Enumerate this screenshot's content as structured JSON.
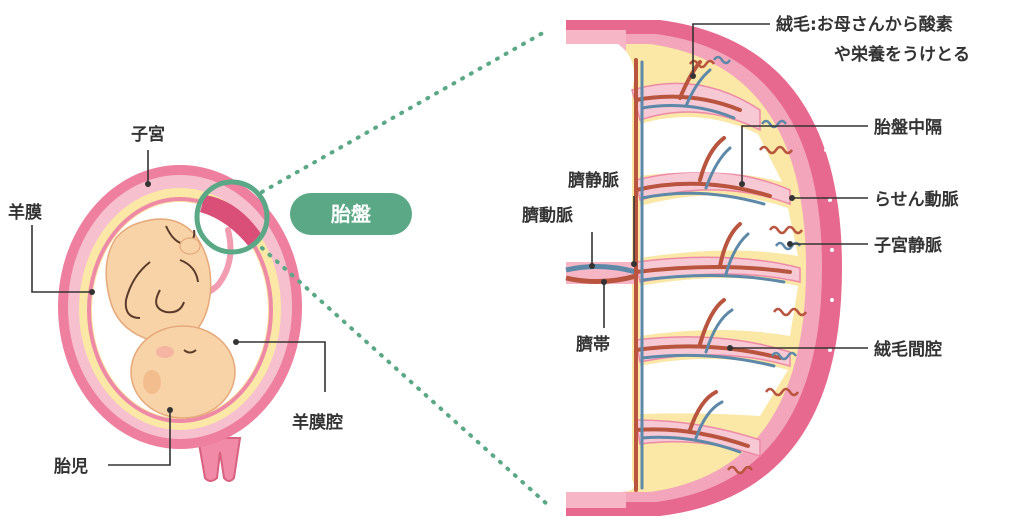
{
  "labels": {
    "uterus": "子宮",
    "amnion": "羊膜",
    "fetus": "胎児",
    "amniotic_cavity": "羊膜腔",
    "placenta": "胎盤",
    "umbilical_vein": "臍静脈",
    "umbilical_artery": "臍動脈",
    "umbilical_cord": "臍帯",
    "villi_line1": "絨毛:お母さんから酸素",
    "villi_line2": "や栄養をうけとる",
    "placental_septum": "胎盤中隔",
    "spiral_artery": "らせん動脈",
    "uterine_vein": "子宮静脈",
    "intervillous_space": "絨毛間腔"
  },
  "colors": {
    "uterus_pink": "#e8698f",
    "uterus_light": "#f7c1cf",
    "membrane_cream": "#fbe7a6",
    "fetus_skin": "#f9d3a8",
    "placenta_green": "#5aa886",
    "artery_red": "#b9543f",
    "vein_blue": "#5d88a8",
    "label_text": "#333333"
  }
}
